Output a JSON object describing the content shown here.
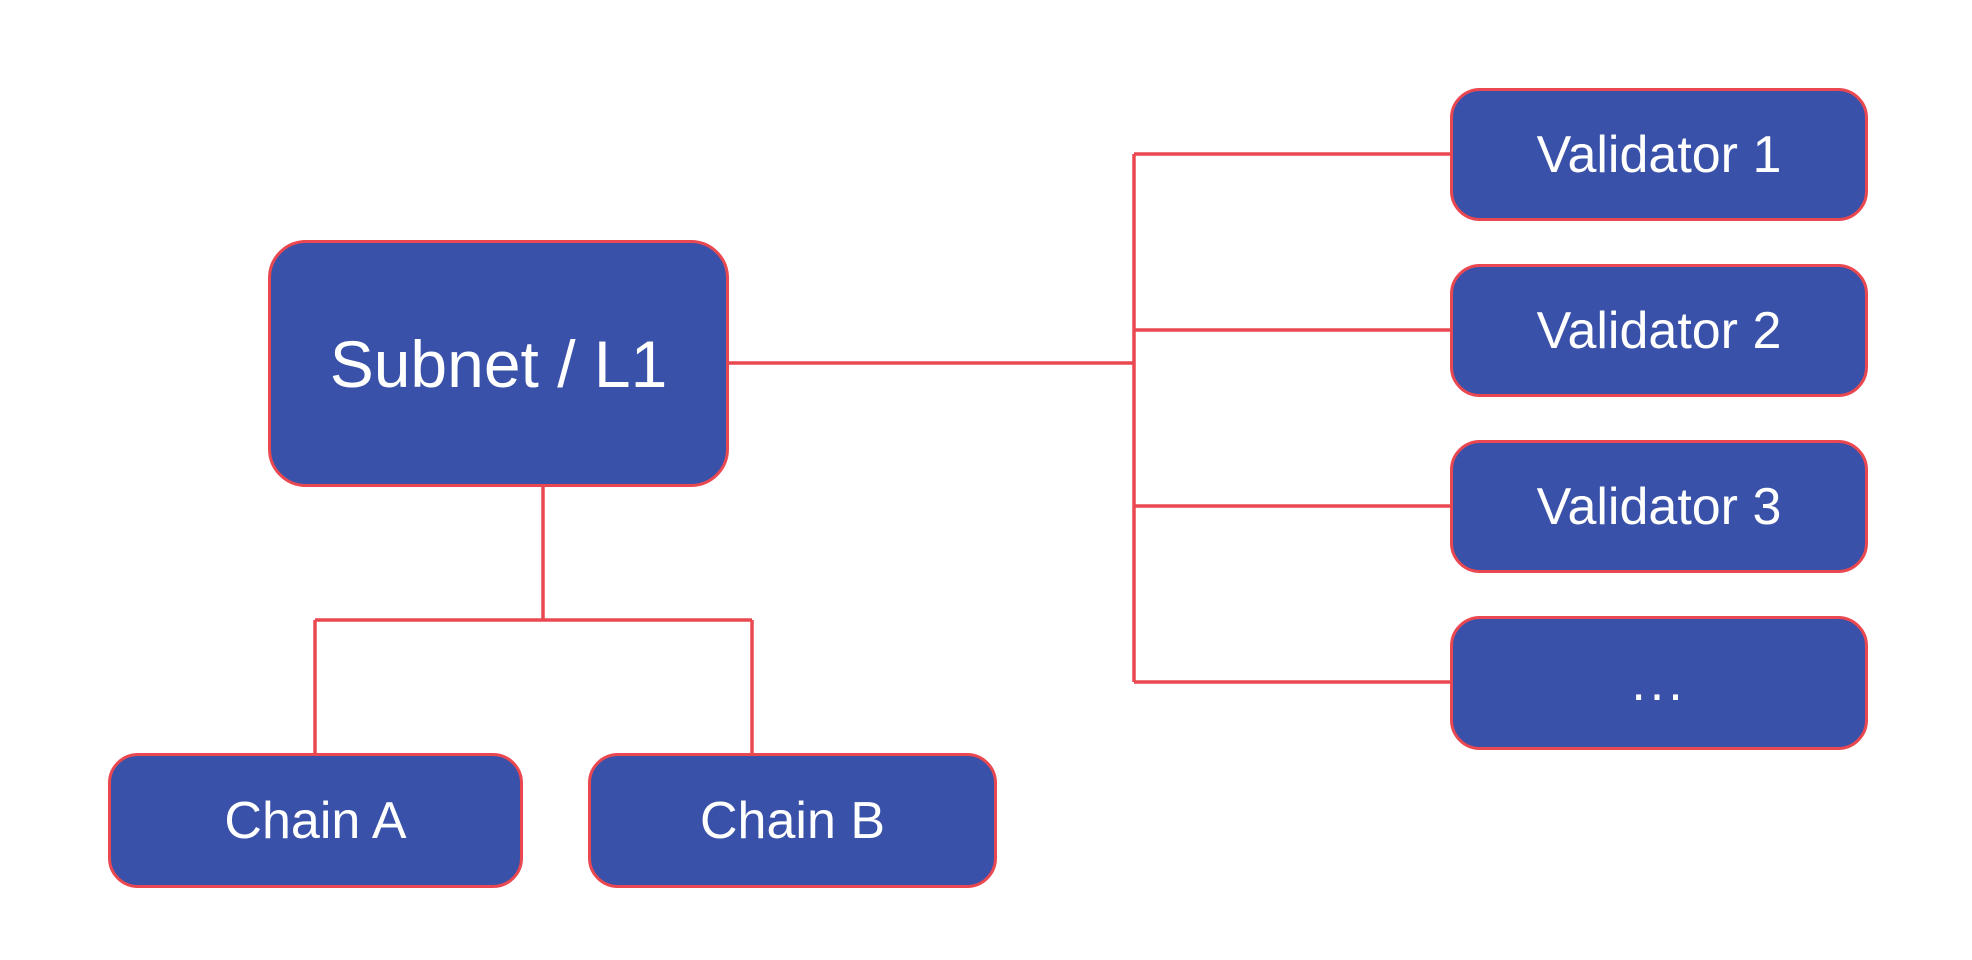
{
  "diagram": {
    "background": "#ffffff",
    "colors": {
      "node_fill": "#3A51A9",
      "node_border": "#E94850",
      "connector": "#E94850",
      "label_text": "#ffffff"
    },
    "subnet": {
      "label": "Subnet / L1"
    },
    "chains": [
      {
        "label": "Chain A"
      },
      {
        "label": "Chain B"
      }
    ],
    "validators": [
      {
        "label": "Validator 1"
      },
      {
        "label": "Validator 2"
      },
      {
        "label": "Validator 3"
      },
      {
        "label": "..."
      }
    ],
    "edges": [
      {
        "from": "subnet",
        "to": "validator-1"
      },
      {
        "from": "subnet",
        "to": "validator-2"
      },
      {
        "from": "subnet",
        "to": "validator-3"
      },
      {
        "from": "subnet",
        "to": "validator-more"
      },
      {
        "from": "subnet",
        "to": "chain-a"
      },
      {
        "from": "subnet",
        "to": "chain-b"
      }
    ]
  }
}
